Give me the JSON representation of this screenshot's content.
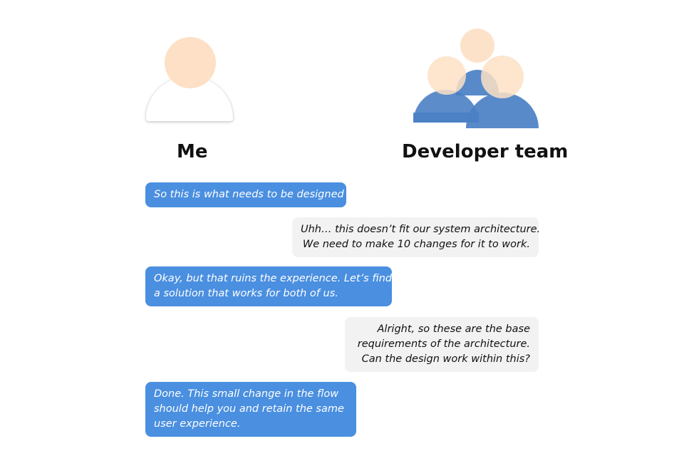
{
  "participants": {
    "me": {
      "label": "Me",
      "icon": "user-icon",
      "head_color": "#fde0c5",
      "body_color": "#ffffff"
    },
    "team": {
      "label": "Developer team",
      "icon": "group-icon",
      "head_color": "#fde0c5",
      "body_color": "#4a80c4"
    }
  },
  "messages": [
    {
      "sender": "me",
      "lines": [
        "So this is what needs to be designed"
      ]
    },
    {
      "sender": "team",
      "lines": [
        "Uhh… this doesn’t fit our system architecture.",
        "We need to make 10 changes for it to work."
      ]
    },
    {
      "sender": "me",
      "lines": [
        "Okay, but that ruins the experience. Let’s find",
        "a solution that works for both of us."
      ]
    },
    {
      "sender": "team",
      "lines": [
        "Alright, so these are the base",
        "requirements of the architecture.",
        "Can the design work within this?"
      ]
    },
    {
      "sender": "me",
      "lines": [
        "Done. This small change in the flow",
        "should help you and retain the same",
        "user experience."
      ]
    }
  ],
  "colors": {
    "me_bubble": "#4a8fe0",
    "team_bubble": "#f2f2f2",
    "team_avatar": "#4a80c4",
    "skin": "#fde0c5"
  }
}
